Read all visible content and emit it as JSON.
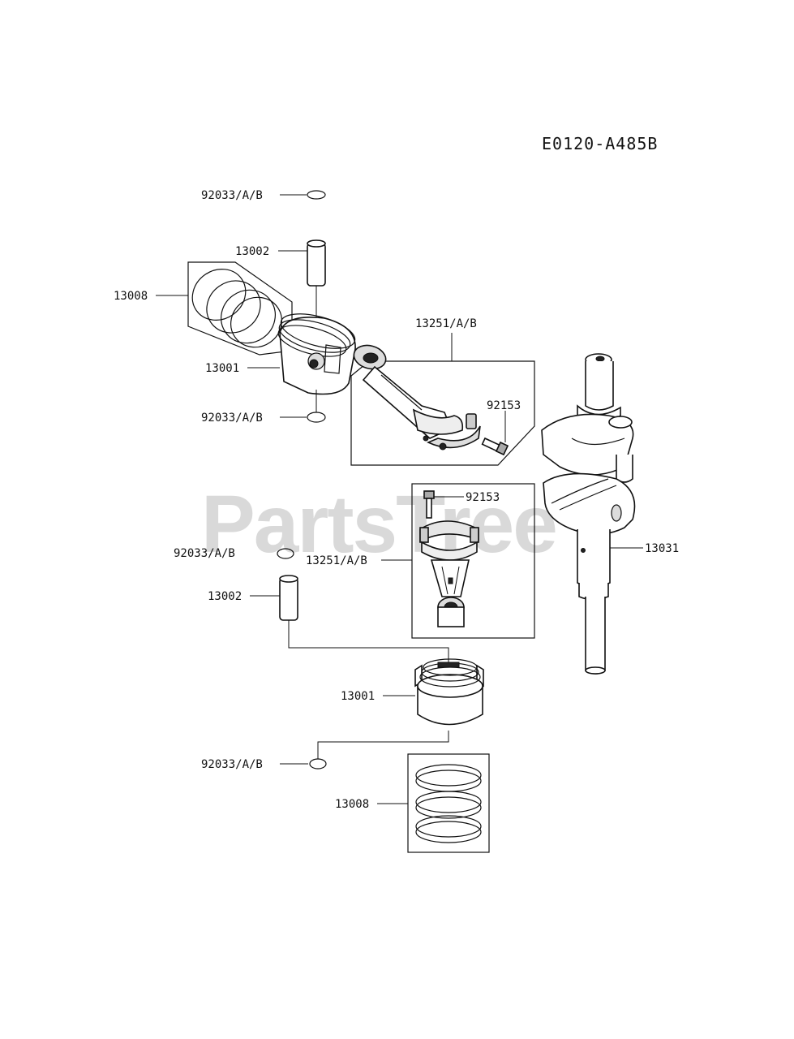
{
  "diagram_code": "E0120-A485B",
  "watermark": "PartsTree",
  "colors": {
    "ink": "#111111",
    "watermark": "#d9d9d9",
    "background": "#ffffff"
  },
  "callouts": {
    "top_clip_upper": "92033/A/B",
    "top_pin": "13002",
    "top_rings": "13008",
    "top_piston": "13001",
    "top_clip_lower": "92033/A/B",
    "top_rod_set": "13251/A/B",
    "top_rod_bolt": "92153",
    "lower_rod_bolt": "92153",
    "lower_rod_set": "13251/A/B",
    "crankshaft": "13031",
    "lower_clip_upper": "92033/A/B",
    "lower_pin": "13002",
    "lower_piston": "13001",
    "lower_clip_lower": "92033/A/B",
    "lower_rings": "13008"
  }
}
